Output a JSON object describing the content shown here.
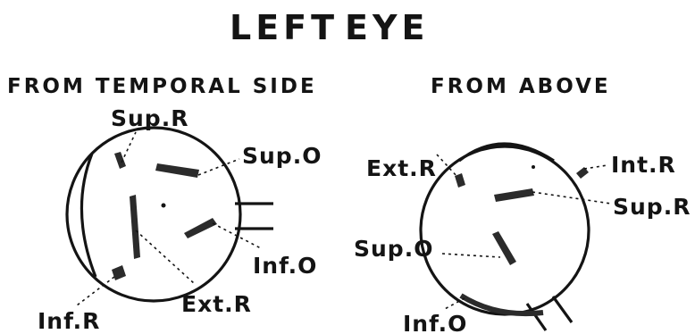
{
  "title": {
    "left": "LEFT",
    "right": "EYE"
  },
  "views": {
    "temporal": {
      "heading": "FROM TEMPORAL SIDE",
      "labels": {
        "sup_r": "Sup.R",
        "sup_o": "Sup.O",
        "inf_o": "Inf.O",
        "ext_r": "Ext.R",
        "inf_r": "Inf.R"
      }
    },
    "above": {
      "heading": "FROM ABOVE",
      "labels": {
        "ext_r": "Ext.R",
        "int_r": "Int.R",
        "sup_r": "Sup.R",
        "sup_o": "Sup.O",
        "inf_o": "Inf.O"
      }
    }
  }
}
